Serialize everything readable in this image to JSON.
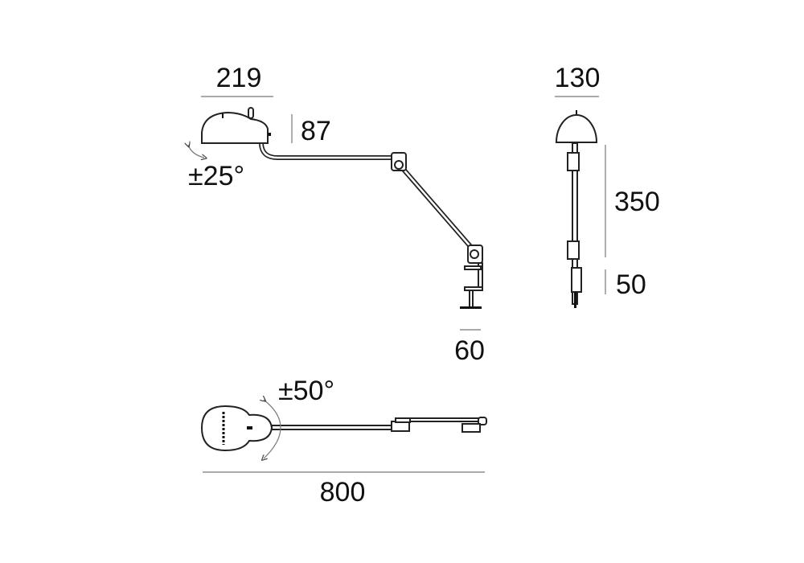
{
  "side_view": {
    "width_label": "219",
    "height_label": "87",
    "tilt_label": "±25°",
    "clamp_label": "60"
  },
  "front_view": {
    "width_label": "130",
    "arm_label": "350",
    "clamp_label": "50"
  },
  "top_view": {
    "rotation_label": "±50°",
    "length_label": "800"
  }
}
